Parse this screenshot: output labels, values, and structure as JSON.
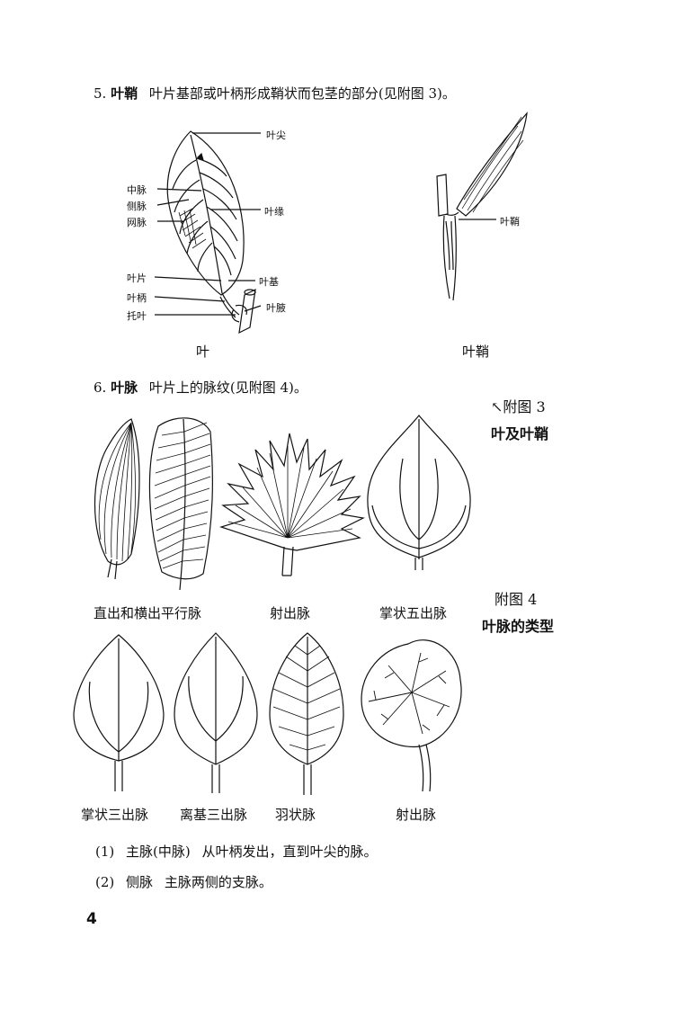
{
  "section5": {
    "num": "5.",
    "term": "叶鞘",
    "text": "叶片基部或叶柄形成鞘状而包茎的部分(见附图 3)。"
  },
  "fig3": {
    "labels": {
      "tip": "叶尖",
      "midrib": "中脉",
      "lateral": "侧脉",
      "net": "网脉",
      "margin": "叶缘",
      "blade": "叶片",
      "base": "叶基",
      "petiole": "叶柄",
      "axil": "叶腋",
      "stipule": "托叶",
      "sheath": "叶鞘"
    },
    "caption_leaf": "叶",
    "caption_sheath": "叶鞘",
    "fig_num": "↖附图 3",
    "fig_title": "叶及叶鞘"
  },
  "section6": {
    "num": "6.",
    "term": "叶脉",
    "text": "叶片上的脉纹(见附图 4)。"
  },
  "fig4": {
    "row1": [
      "直出和横出平行脉",
      "射出脉",
      "掌状五出脉"
    ],
    "row2": [
      "掌状三出脉",
      "离基三出脉",
      "羽状脉",
      "射出脉"
    ],
    "fig_num": "附图 4",
    "fig_title": "叶脉的类型"
  },
  "paragraphs": [
    {
      "num": "(1)",
      "term": "主脉(中脉)",
      "text": "从叶柄发出，直到叶尖的脉。"
    },
    {
      "num": "(2)",
      "term": "侧脉",
      "text": "主脉两侧的支脉。"
    }
  ],
  "page_number": "4"
}
